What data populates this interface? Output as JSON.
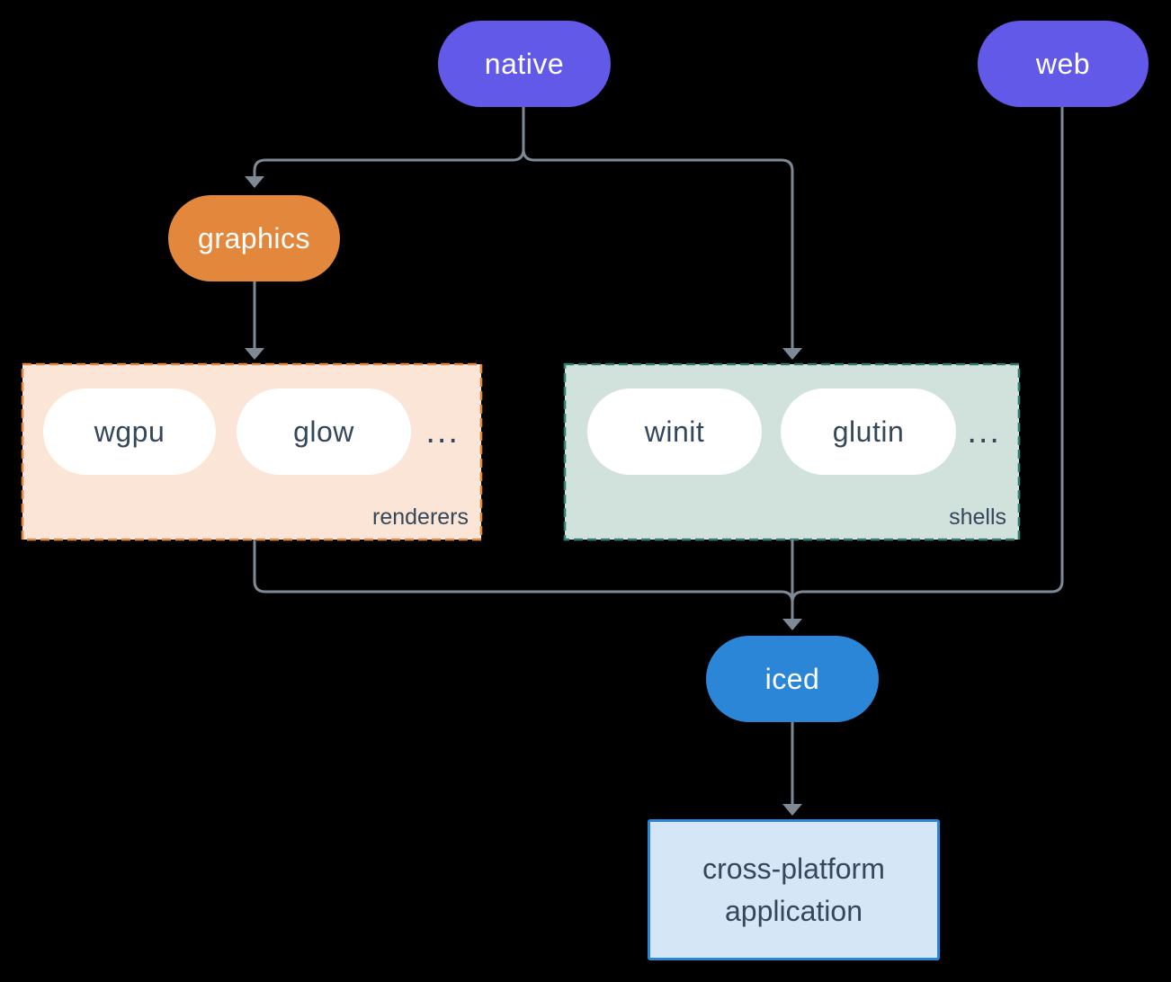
{
  "nodes": {
    "native": "native",
    "web": "web",
    "graphics": "graphics",
    "iced": "iced",
    "application": "cross-platform application"
  },
  "groups": {
    "renderers": {
      "label": "renderers",
      "items": [
        "wgpu",
        "glow"
      ],
      "more": "..."
    },
    "shells": {
      "label": "shells",
      "items": [
        "winit",
        "glutin"
      ],
      "more": "..."
    }
  },
  "colors": {
    "platform_pill": "#6359E8",
    "graphics_pill": "#E2873B",
    "iced_pill": "#2C86D8",
    "connector": "#7D8A96",
    "dark_text": "#35475A",
    "renderers_bg": "#FAE5D6",
    "renderers_border": "#E2873B",
    "shells_bg": "#D1E1DB",
    "shells_border": "#2E7D6E",
    "application_bg": "#D5E6F7",
    "application_border": "#2C86D8"
  }
}
